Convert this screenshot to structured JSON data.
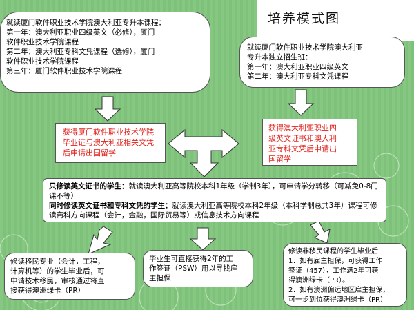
{
  "title": "培养模式图",
  "box1": {
    "lines": [
      "就读厦门软件职业技术学院澳大利亚专升本课程：",
      "第一年：澳大利亚职业四级英文（必修），厦门",
      "软件职业技术学院课程",
      "第二年：澳大利亚专科文凭课程（选修），厦门",
      "软件职业技术学院课程",
      "第三年：厦门软件职业技术学院课程"
    ]
  },
  "box2": {
    "lines": [
      "就读厦门软件职业技术学院澳大利亚",
      "专升本独立招生班：",
      "第一年：澳大利亚职业四级英文",
      "第二年：澳大利亚专科文凭课程"
    ]
  },
  "box3": {
    "lines": [
      "获得厦门软件职业技术学院",
      "毕业证与澳大利亚相关文凭",
      "后申请出国留学"
    ]
  },
  "box4": {
    "lines": [
      "获得澳大利亚职业四",
      "级英文证书和澳大利",
      "亚专科文凭后申请出",
      "国留学"
    ]
  },
  "box5": {
    "p1_bold": "只修读英文证书的学生：",
    "p1_text": "就读澳大利亚高等院校本科1年级（学制3年），可申请学分转移（可减免0-8门课不等）",
    "p2_bold": "同时修读英文证书和专科文凭的学生：",
    "p2_text": "就读澳大利亚高等院校本科2年级（本科学制总共3年）课程可修读商科方向课程（会计，金融，国际贸易等）或信息技术方向课程"
  },
  "box6": {
    "lines": [
      "修读移民专业（会计，工程，",
      "计算机等）的学生毕业后，可",
      "申请技术移民，审核通过将直",
      "接获得澳洲绿卡（PR）"
    ]
  },
  "box7": {
    "lines": [
      "毕业生可直接获得2年的工",
      "作签证（PSW）用以寻找雇",
      "主担保"
    ]
  },
  "box8": {
    "lines": [
      "修读非移民课程的学生毕业后",
      "1．如有雇主担保，可获得工作",
      "签证（457），工作满2年可获",
      "得澳洲绿卡（PR）。",
      "2．如有澳洲偏远地区雇主担保，",
      "可一步到位获得澳洲绿卡（PR）"
    ]
  },
  "colors": {
    "background": "#7dc17a",
    "highlight": "#e0201b",
    "box": "#ffffff"
  }
}
